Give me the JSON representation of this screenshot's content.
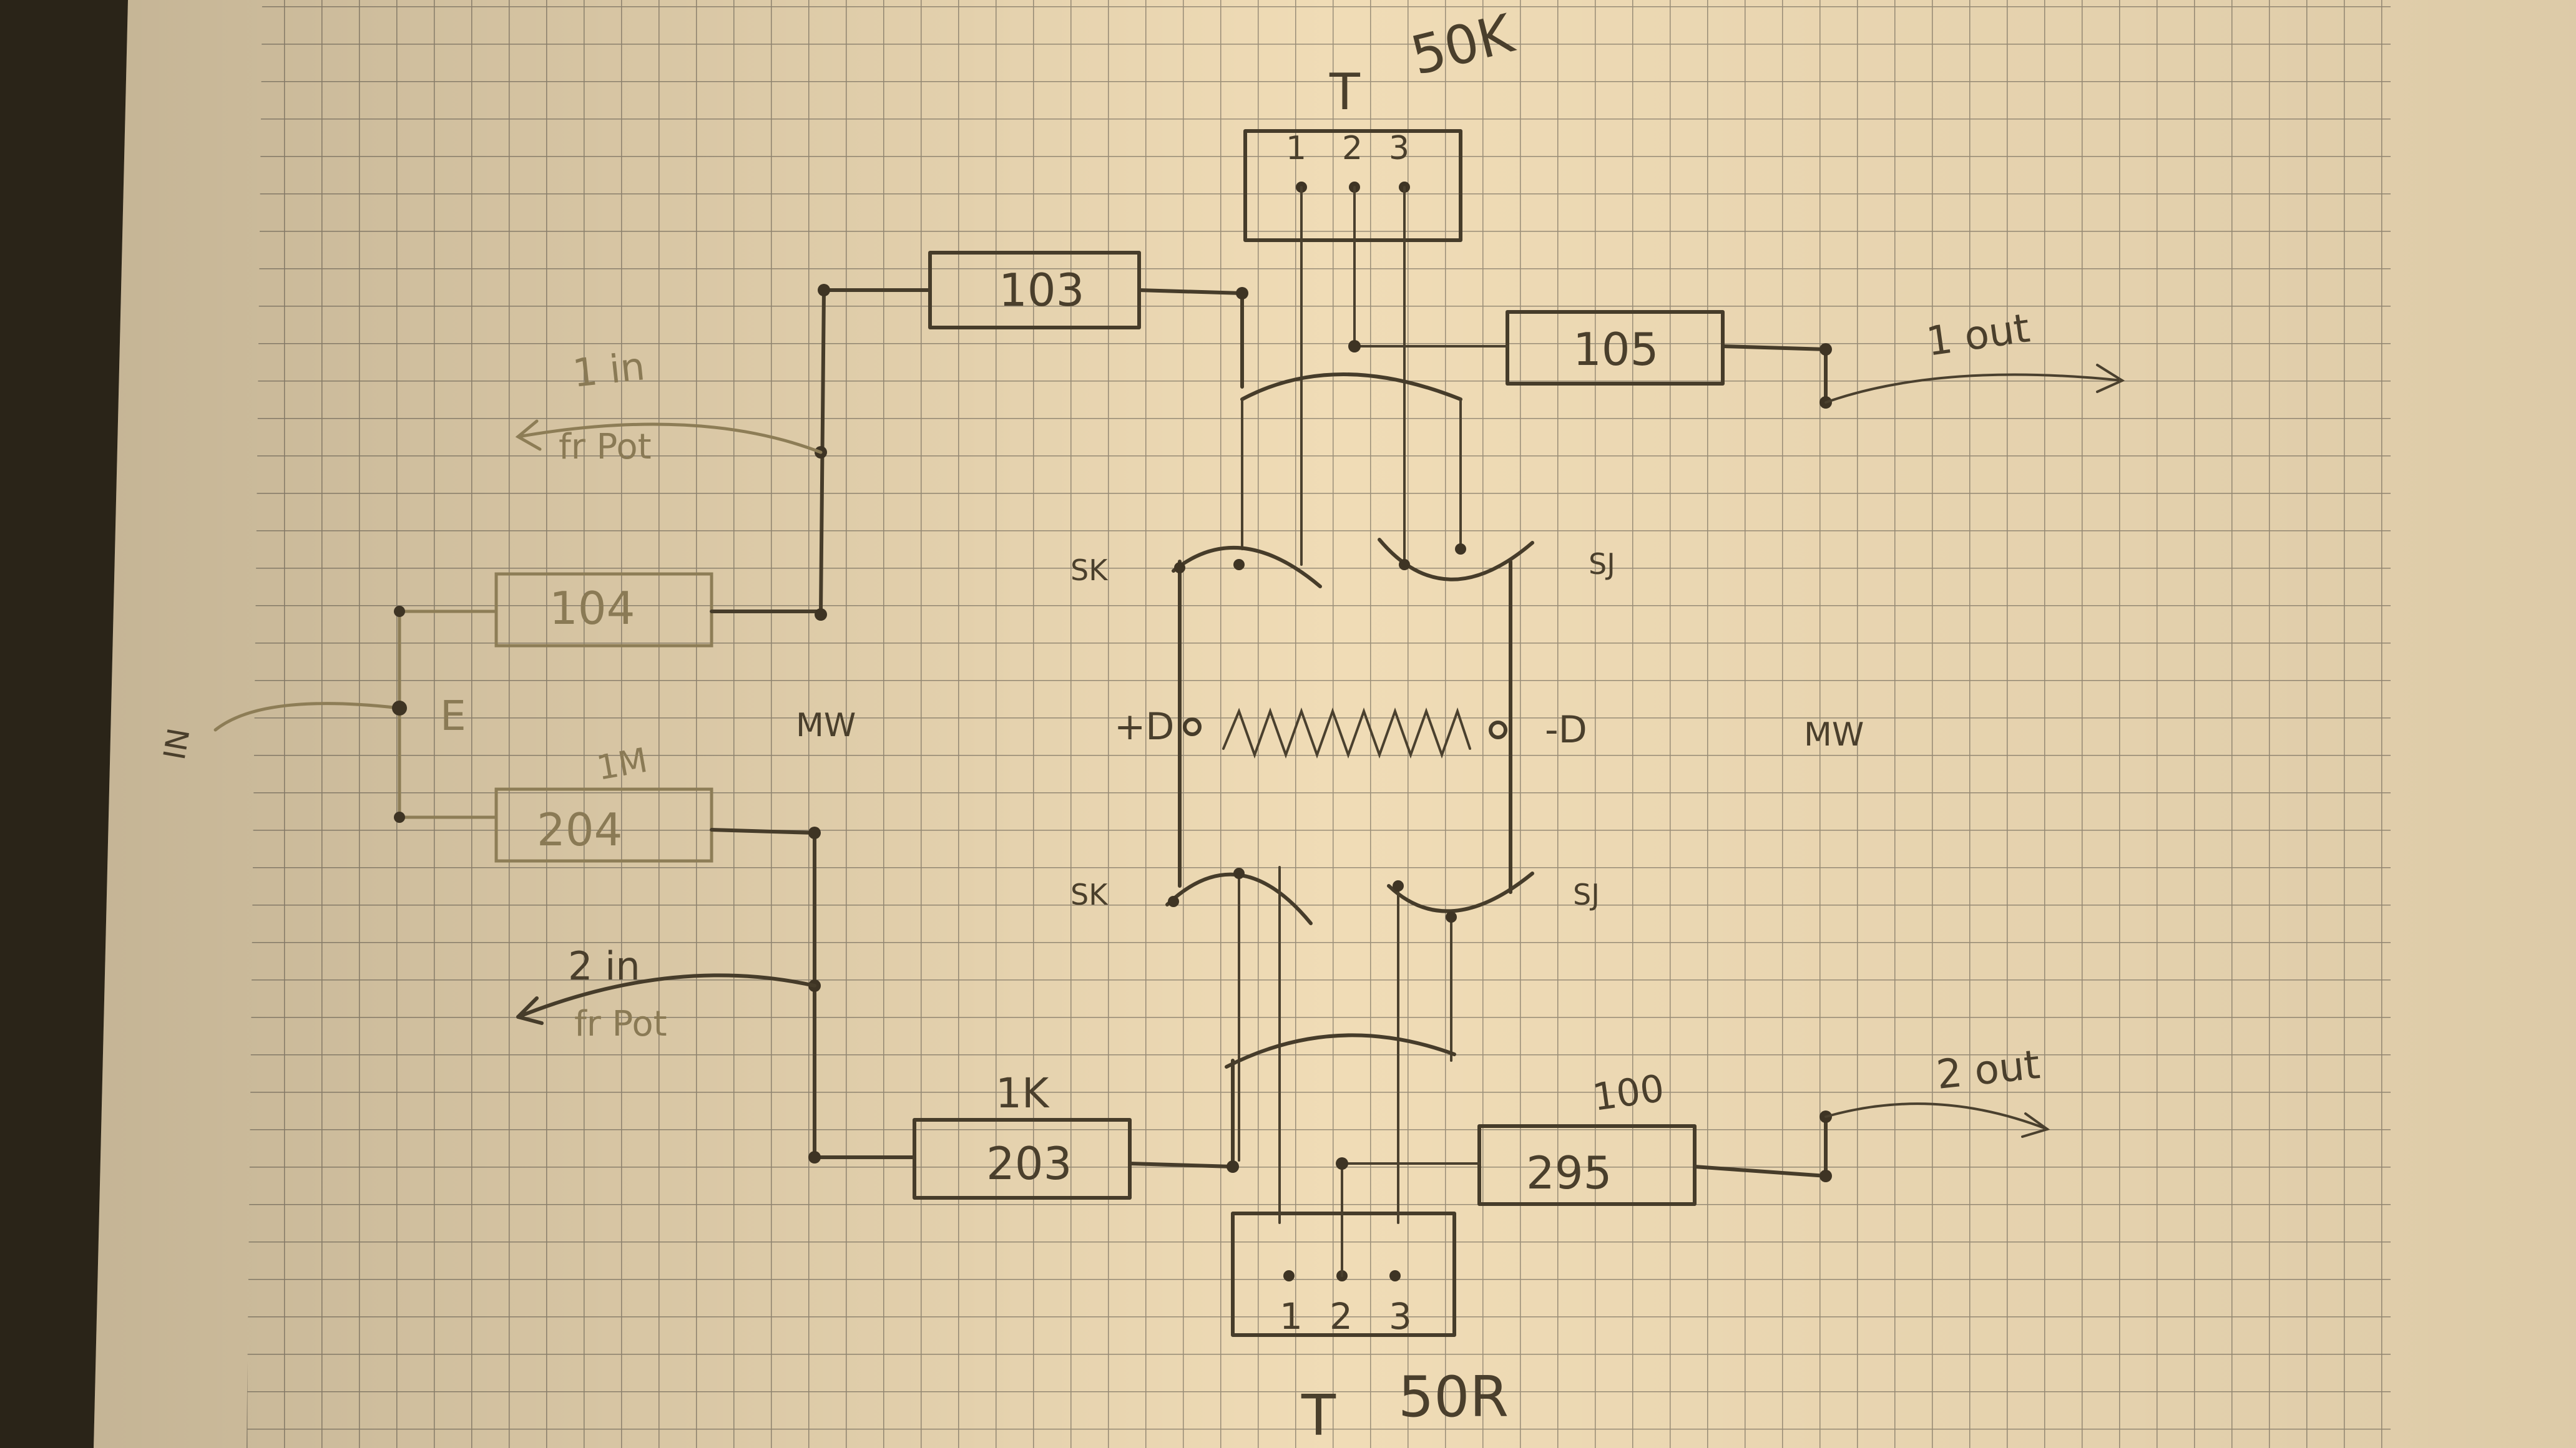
{
  "top_pot": {
    "label": "T",
    "value": "50K",
    "pins": [
      "1",
      "2",
      "3"
    ]
  },
  "bottom_pot": {
    "label": "T",
    "value": "50R",
    "pins": [
      "1",
      "2",
      "3"
    ]
  },
  "resistors": {
    "r103": "103",
    "r105": "105",
    "r104": "104",
    "r204": "204",
    "r203": "203",
    "r295": "295"
  },
  "annotations": {
    "in1": "1 in",
    "fr_pot_1": "fr Pot",
    "in2": "2 in",
    "fr_pot_2": "fr Pot",
    "out1": "1 out",
    "out2": "2 out",
    "label_1k": "1K",
    "label_100": "100",
    "label_1m": "1M",
    "sk_top": "SK",
    "sj_top": "SJ",
    "sk_bottom": "SK",
    "sj_bottom": "SJ",
    "plus_d": "+D",
    "minus_d": "-D",
    "e_label": "E",
    "in_mark": "IN",
    "mw_left": "MW",
    "mw_right": "MW"
  },
  "colors": {
    "paper": "#f0dcb6",
    "grid": "#9a8e78",
    "ink": "#463c2a"
  }
}
